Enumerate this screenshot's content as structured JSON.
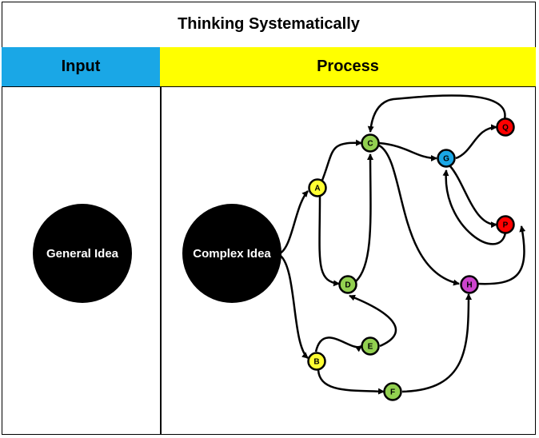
{
  "title": "Thinking Systematically",
  "headers": {
    "input": "Input",
    "process": "Process"
  },
  "input_node": {
    "label": "General Idea"
  },
  "process_node": {
    "label": "Complex Idea"
  },
  "nodes": [
    {
      "id": "A",
      "label": "A",
      "color": "#ffff33"
    },
    {
      "id": "B",
      "label": "B",
      "color": "#ffff33"
    },
    {
      "id": "C",
      "label": "C",
      "color": "#92d050"
    },
    {
      "id": "D",
      "label": "D",
      "color": "#92d050"
    },
    {
      "id": "E",
      "label": "E",
      "color": "#92d050"
    },
    {
      "id": "F",
      "label": "F",
      "color": "#92d050"
    },
    {
      "id": "G",
      "label": "G",
      "color": "#1aa7e6"
    },
    {
      "id": "H",
      "label": "H",
      "color": "#cc44cc"
    },
    {
      "id": "P",
      "label": "P",
      "color": "#ff0000"
    },
    {
      "id": "Q",
      "label": "Q",
      "color": "#ff0000"
    }
  ],
  "colors": {
    "input_header": "#1aa7e6",
    "process_header": "#ffff00",
    "stroke": "#000000"
  }
}
